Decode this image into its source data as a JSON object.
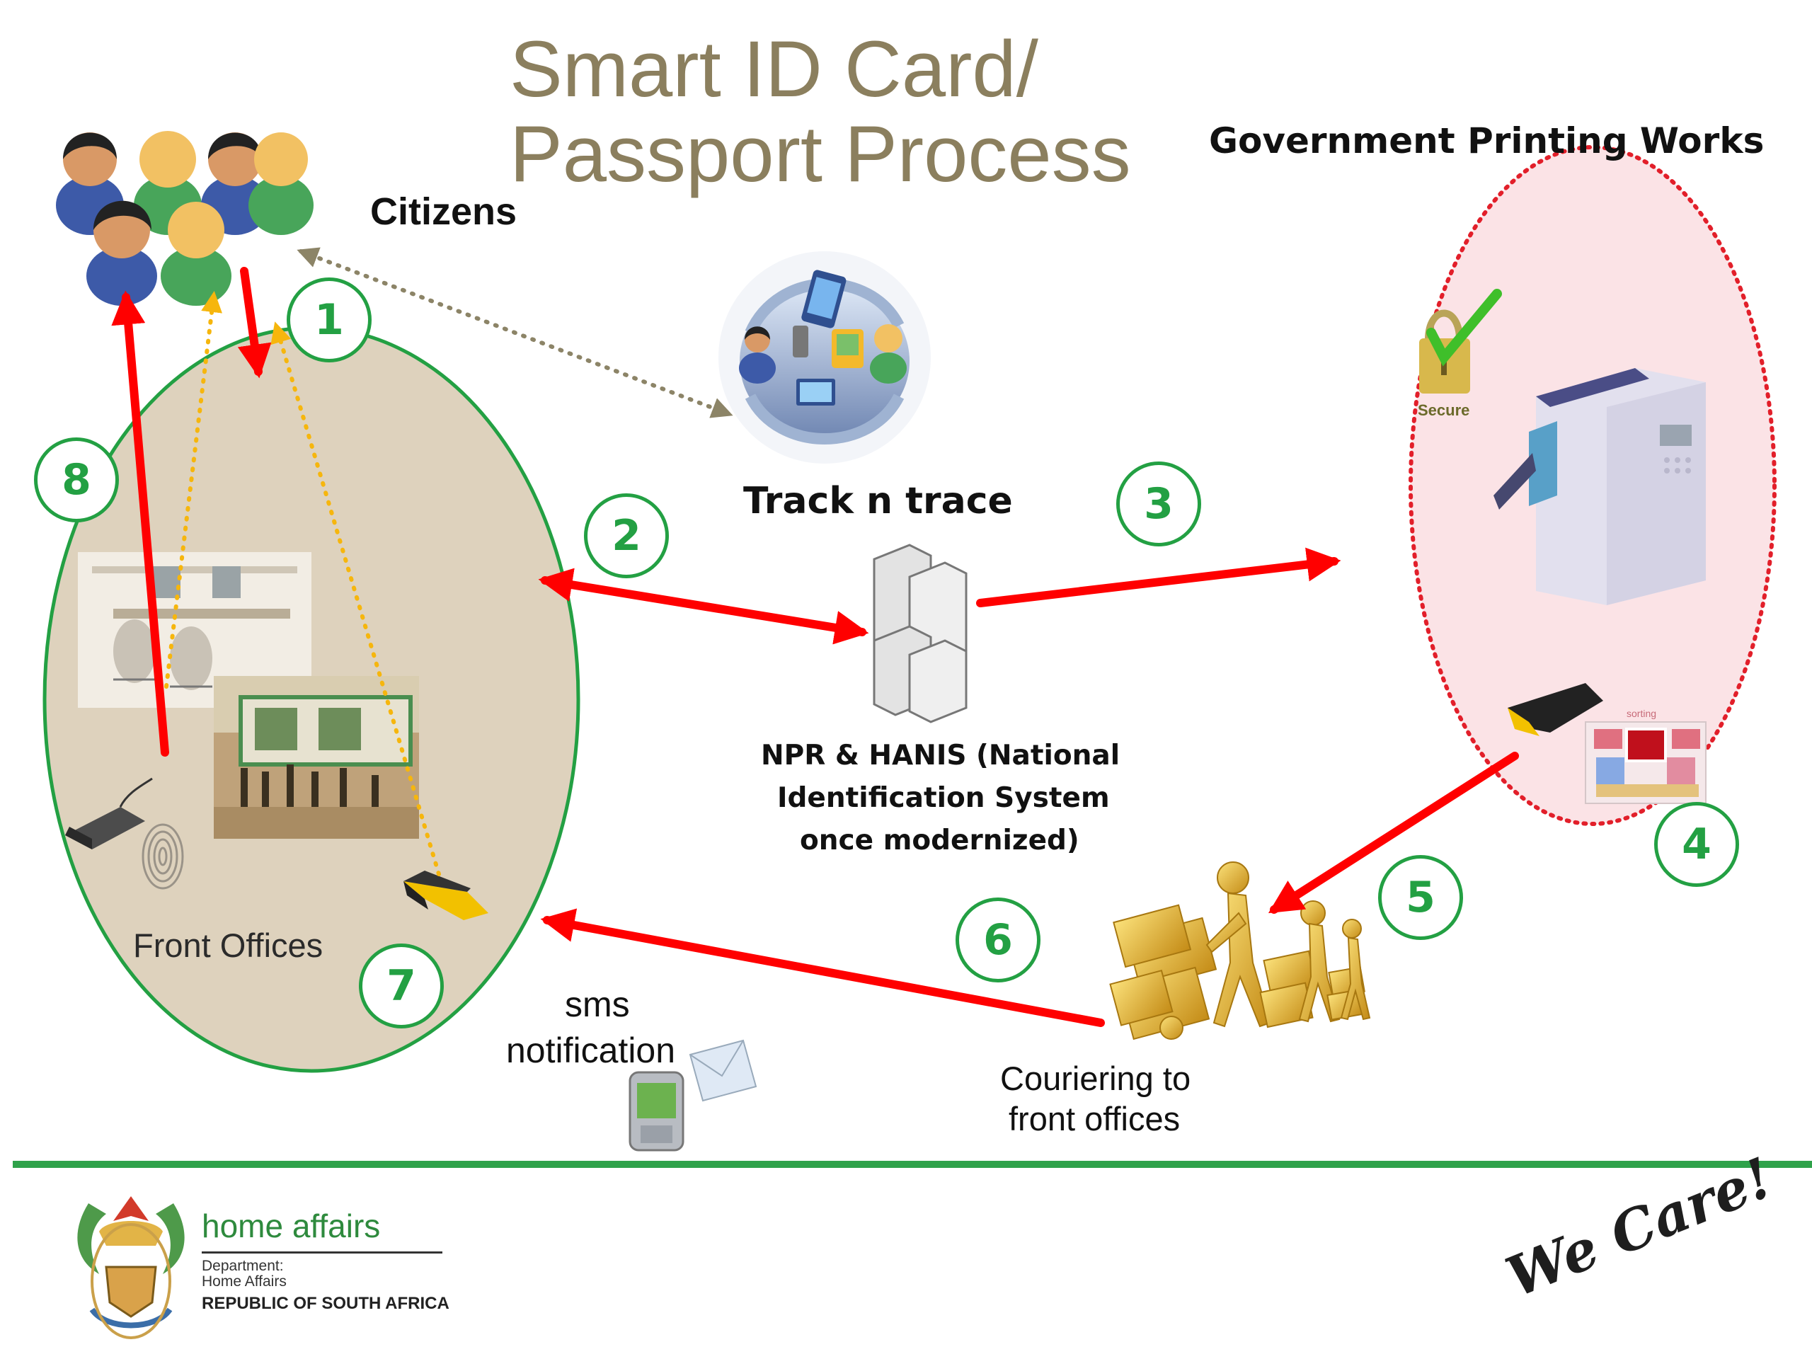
{
  "title": {
    "line1": "Smart ID Card/",
    "line2": "Passport Process"
  },
  "labels": {
    "citizens": "Citizens",
    "gpw": "Government Printing Works",
    "track": "Track n trace",
    "npr_line1": "NPR & HANIS (National",
    "npr_line2": "Identification System",
    "npr_line3": "once modernized)",
    "front_offices": "Front Offices",
    "sms_line1": "sms",
    "sms_line2": "notification",
    "courier_line1": "Couriering to",
    "courier_line2": "front offices",
    "secure": "Secure",
    "sorting": "sorting"
  },
  "steps": [
    "1",
    "2",
    "3",
    "4",
    "5",
    "6",
    "7",
    "8"
  ],
  "footer": {
    "org_name": "home affairs",
    "dept_line1": "Department:",
    "dept_line2": "Home Affairs",
    "country": "REPUBLIC OF SOUTH AFRICA",
    "slogan": "We Care!"
  },
  "colors": {
    "flow_arrow": "#ff0000",
    "step_green": "#23a043",
    "front_office_fill": "#ded2bd",
    "gpw_fill": "#fbe3e6",
    "title": "#8b7f5e"
  }
}
